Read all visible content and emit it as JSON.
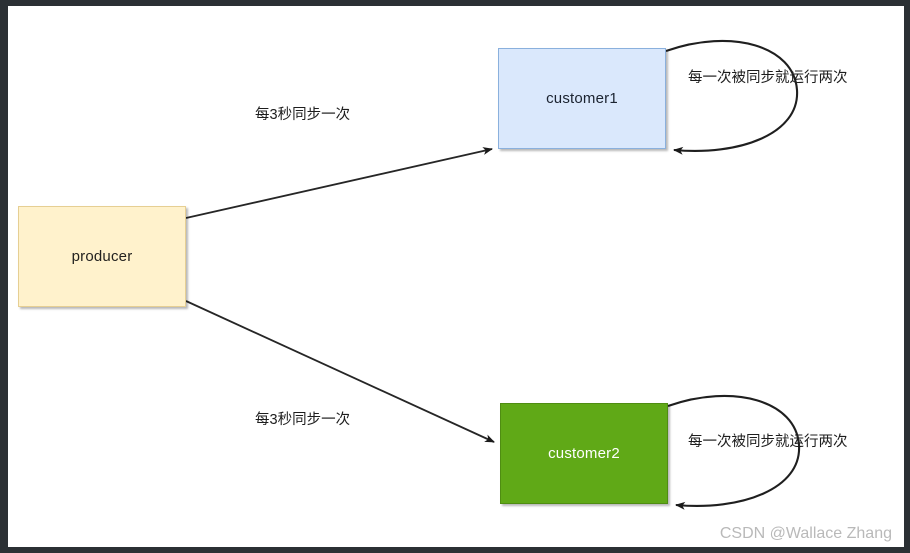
{
  "canvas": {
    "background_color": "#ffffff",
    "frame_color": "#2b3034"
  },
  "nodes": [
    {
      "id": "producer",
      "label": "producer",
      "fill": "#fff2cc",
      "stroke": "#e6cf93",
      "text_color": "#23221f"
    },
    {
      "id": "customer1",
      "label": "customer1",
      "fill": "#dae8fc",
      "stroke": "#8ab0dd",
      "text_color": "#1b2330"
    },
    {
      "id": "customer2",
      "label": "customer2",
      "fill": "#60a917",
      "stroke": "#4f8d12",
      "text_color": "#ffffff"
    }
  ],
  "edges": [
    {
      "id": "producer-to-customer1",
      "label": "每3秒同步一次",
      "from": "producer",
      "to": "customer1"
    },
    {
      "id": "producer-to-customer2",
      "label": "每3秒同步一次",
      "from": "producer",
      "to": "customer2"
    },
    {
      "id": "customer1-self-loop",
      "label": "每一次被同步就运行两次",
      "from": "customer1",
      "to": "customer1"
    },
    {
      "id": "customer2-self-loop",
      "label": "每一次被同步就运行两次",
      "from": "customer2",
      "to": "customer2"
    }
  ],
  "watermark": {
    "text": "CSDN @Wallace Zhang",
    "color": "#b9b9b9"
  }
}
